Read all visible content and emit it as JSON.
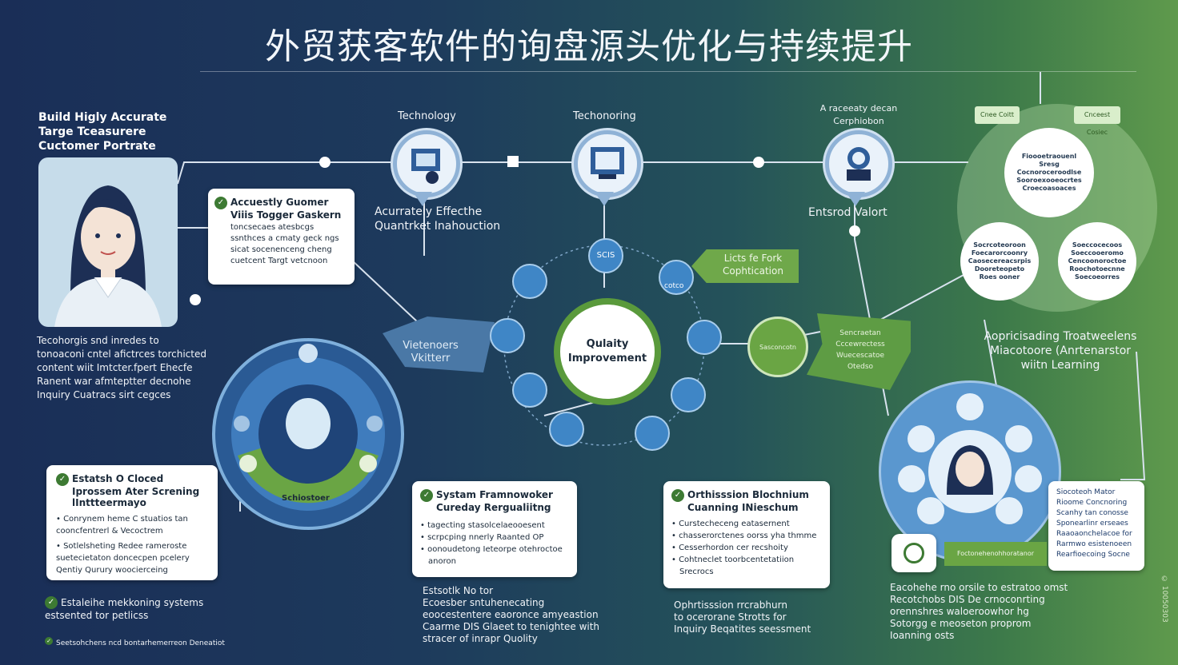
{
  "title": "外贸获客软件的询盘源头优化与持续提升",
  "left_heading": [
    "Build Higly Accurate",
    "Targe Tceasurere",
    "Cuctomer Portrate"
  ],
  "pin_labels": {
    "technology": "Technology",
    "techonoring": "Techonoring",
    "arctecy": [
      "A raceeaty decan",
      "Cerphiobon"
    ]
  },
  "customer_box": {
    "heading": [
      "Accuestly Guomer",
      "Viiis Togger Gaskern"
    ],
    "lines": [
      "toncsecaes atesbcgs",
      "ssnthces a cmaty geck ngs",
      "sicat socenenceng cheng",
      "cuetcent Targt vetcnoon"
    ]
  },
  "effective": [
    "Acurrately Effecthe",
    "Quantrket Inahouction"
  ],
  "left_text": [
    "Tecohorgis snd inredes to",
    "tonoaconi cntel afictrces torchicted",
    "content wiit Imtcter.fpert Ehecfe",
    "Ranent war afmteptter decnohe",
    "Inquiry Cuatracs sirt cegces"
  ],
  "wheel_label": "Vietenoers Vkitterr",
  "wheel_bottom": "Schiostoer",
  "closed_box": {
    "heading": [
      "Estatsh O Cloced",
      "Iprossem Ater Screning",
      "lInttteermayo"
    ],
    "bullets": [
      "Conrynem heme C stuatios tan cooncfentrerl & Vecoctrem",
      "Sotlelsheting Redee rameroste suetecietaton doncecpen pcelery Qentiy Qurury woocierceing"
    ]
  },
  "monitor_note": "Estaleihe mekkoning systems estsented tor petlicss",
  "footer_note": "Seetsohchens ncd bontarhemerreon Deneatiot",
  "nodes": [
    "SCIS",
    "",
    "",
    "",
    "",
    "",
    "",
    "",
    ""
  ],
  "node_tag": "cotco",
  "center_label": [
    "Qulaity",
    "Improvement"
  ],
  "optimization_tag": [
    "Licts fe Fork",
    "Cophtication"
  ],
  "system_box": {
    "heading": [
      "Systam Framnowoker",
      "Cureday Rergualiitng"
    ],
    "bullets": [
      "tagecting stasolcelaeooesent",
      "scrpcping nnerly Raanted OP",
      "oonoudetong Ieteorpe otehroctoe",
      "anoron"
    ]
  },
  "system_note": [
    "Estsotlk No tor",
    "Ecoesber sntuhenecating",
    "eoocestentere eaoronce amyeastion",
    "Caarme DIS Glaeet to tenightee with",
    "stracer of inrapr Quolity"
  ],
  "optim_box": {
    "heading": [
      "Orthisssion Blochnium",
      "Cuanning INieschum"
    ],
    "bullets": [
      "Curstecheceng eatasernent",
      "chasserorctenes oorss yha thmme",
      "Cesserhordon cer recshoity",
      "Cohtneclet toorbcentetatiion",
      "Srecrocs"
    ]
  },
  "optim_note": [
    "Ophrtisssion rrcrabhurn",
    "to ocerorane Strotts for",
    "Inquiry Beqatites seessment"
  ],
  "green_node": "Sasconcotn",
  "green_shape": [
    "Sencraetan",
    "Cccewrectess",
    "Wuecescatoe",
    "Otedso"
  ],
  "extend": "Entsrod Valort",
  "tree": {
    "root": [
      "Fioooetraouenl",
      "Sresg",
      "Cocnoroceroodlse",
      "Sooroexooeocrtes",
      "Croecoasoaces"
    ],
    "left": [
      "Socrcoteoroon",
      "Foecarorcoonry",
      "Caosecereacsrpis",
      "Dooreteopeto",
      "Roes ooner"
    ],
    "right": [
      "Soeccocecoos",
      "Soeccooeromo",
      "Cencoonoroctoe",
      "Roochotoecnne",
      "Soecoeorres"
    ],
    "tags": [
      "Cnee Coitt",
      "Cnceest Cosiec"
    ]
  },
  "app_learning": [
    "Aopricisading Troatweelens",
    "Miacotoore (Anrtenarstor",
    "wiitn Learning"
  ],
  "right_box": [
    "Siocoteoh Mator",
    "Rioome Concnoring",
    "Scanhy tan conosse",
    "Sponearlinr erseaes",
    "Raaoaonchelacoe for",
    "Rarmwo esistenoeen",
    "Rearfioecoing Socne"
  ],
  "right_tag": "Foctonehenohhoratanor",
  "right_note": [
    "Eacohehe rno orsile to estratoo omst",
    "Recotchobs DIS De crnoconrting",
    "orennshres waloeroowhor hg",
    "Sotorgg e meoseton proprom",
    "Ioanning osts"
  ],
  "copyright": "© 10050303"
}
